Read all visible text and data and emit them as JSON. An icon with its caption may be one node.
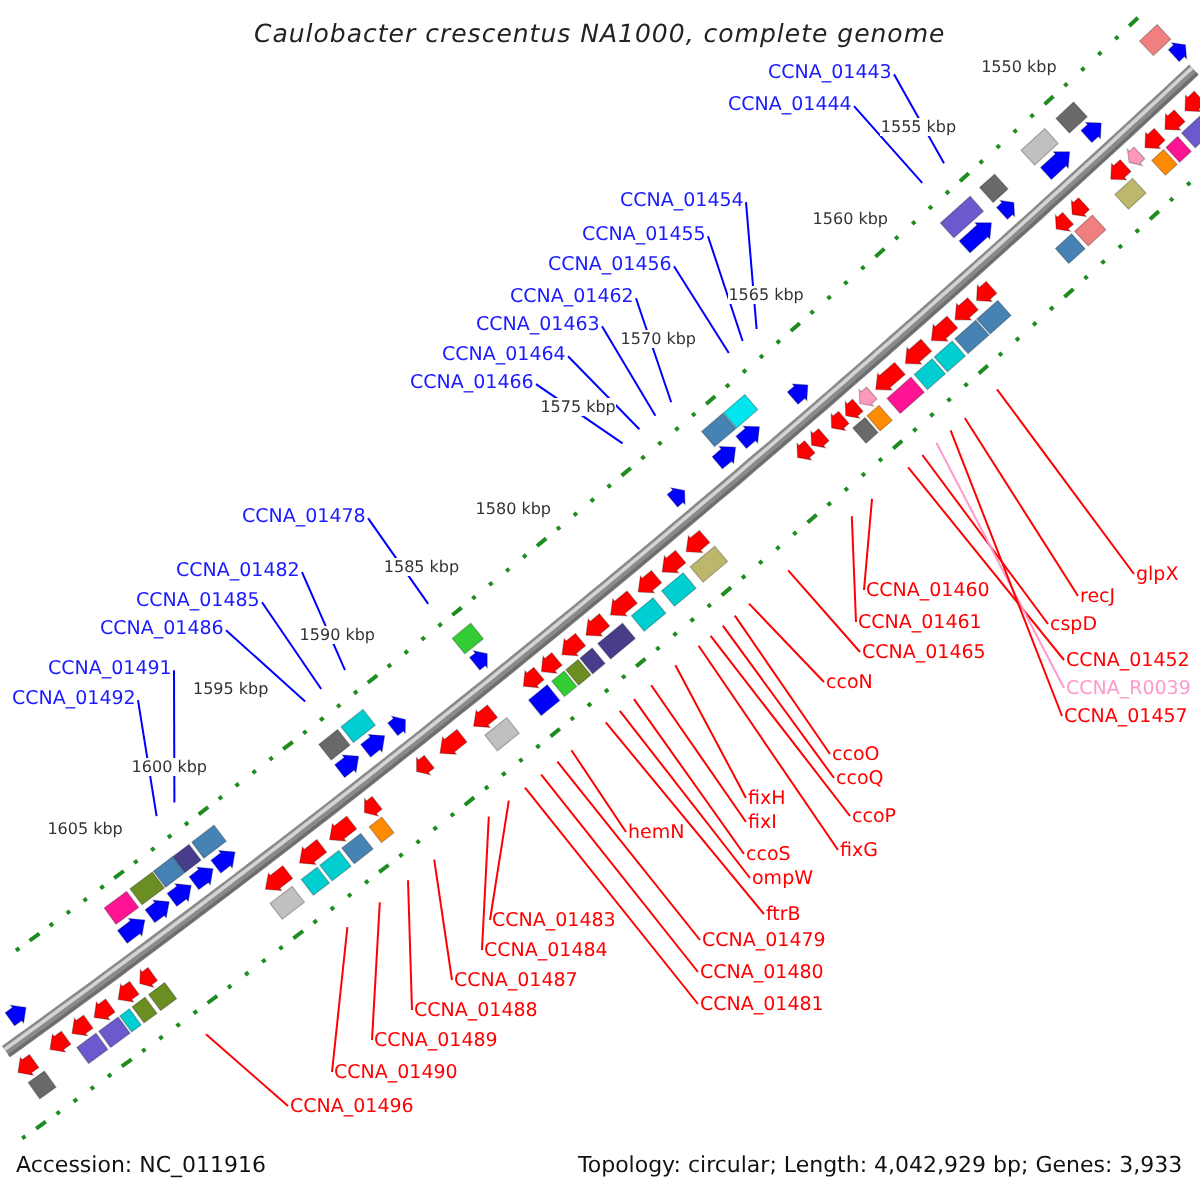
{
  "diagram": {
    "title": "Caulobacter crescentus NA1000, complete genome",
    "nodes": [
      {
        "text": [
          "CCNA_01443"
        ]
      },
      {
        "text": [
          "CCNA_01444"
        ]
      },
      {
        "text": [
          "CCNA_01454"
        ]
      },
      {
        "text": [
          "CCNA_01455"
        ]
      },
      {
        "text": [
          "CCNA_01456"
        ]
      },
      {
        "text": [
          "CCNA_01462"
        ]
      },
      {
        "text": [
          "CCNA_01463"
        ]
      },
      {
        "text": [
          "CCNA_01464"
        ]
      },
      {
        "text": [
          "CCNA_01466"
        ]
      },
      {
        "text": [
          "CCNA_01478"
        ]
      },
      {
        "text": [
          "CCNA_01482"
        ]
      },
      {
        "text": [
          "glpX"
        ]
      },
      {
        "text": [
          "CCNA_01460"
        ]
      },
      {
        "text": [
          "recJ"
        ]
      },
      {
        "text": [
          "CCNA_01485"
        ]
      },
      {
        "text": [
          "CCNA_01461"
        ]
      },
      {
        "text": [
          "cspD"
        ]
      },
      {
        "text": [
          "CCNA_01486"
        ]
      },
      {
        "text": [
          "CCNA_01465"
        ]
      },
      {
        "text": [
          "CCNA_01452"
        ]
      },
      {
        "text": [
          "CCNA_01491"
        ]
      },
      {
        "text": [
          "ccoN"
        ]
      },
      {
        "text": [
          "CCNA_R0039"
        ]
      },
      {
        "text": [
          "CCNA_01492"
        ]
      },
      {
        "text": [
          "CCNA_01457"
        ]
      },
      {
        "text": [
          "ccoO"
        ]
      },
      {
        "text": [
          "ccoQ"
        ]
      },
      {
        "text": [
          "fixH"
        ]
      },
      {
        "text": [
          "ccoP"
        ]
      },
      {
        "text": [
          "fixI"
        ]
      },
      {
        "text": [
          "hemN"
        ]
      },
      {
        "text": [
          "fixG"
        ]
      },
      {
        "text": [
          "ccoS"
        ]
      },
      {
        "text": [
          "ompW"
        ]
      },
      {
        "text": [
          "CCNA_01483"
        ]
      },
      {
        "text": [
          "ftrB"
        ]
      },
      {
        "text": [
          "CCNA_01484"
        ]
      },
      {
        "text": [
          "CCNA_01479"
        ]
      },
      {
        "text": [
          "CCNA_01487"
        ]
      },
      {
        "text": [
          "CCNA_01480"
        ]
      },
      {
        "text": [
          "CCNA_01488"
        ]
      },
      {
        "text": [
          "CCNA_01481"
        ]
      },
      {
        "text": [
          "CCNA_01489"
        ]
      },
      {
        "text": [
          "CCNA_01490"
        ]
      },
      {
        "text": [
          "CCNA_01496"
        ]
      }
    ],
    "edges": [
      {
        "from": 0,
        "to": null,
        "arrow": "none",
        "color": "#0000ff"
      },
      {
        "from": 1,
        "to": null,
        "arrow": "none",
        "color": "#0000ff"
      },
      {
        "from": 2,
        "to": null,
        "arrow": "none",
        "color": "#0000ff"
      },
      {
        "from": 3,
        "to": null,
        "arrow": "none",
        "color": "#0000ff"
      },
      {
        "from": 4,
        "to": null,
        "arrow": "none",
        "color": "#0000ff"
      },
      {
        "from": 5,
        "to": null,
        "arrow": "none",
        "color": "#0000ff"
      },
      {
        "from": 6,
        "to": null,
        "arrow": "none",
        "color": "#0000ff"
      },
      {
        "from": 7,
        "to": null,
        "arrow": "none",
        "color": "#0000ff"
      },
      {
        "from": 8,
        "to": null,
        "arrow": "none",
        "color": "#0000ff"
      },
      {
        "from": 9,
        "to": null,
        "arrow": "none",
        "color": "#0000ff"
      },
      {
        "from": 10,
        "to": null,
        "arrow": "none",
        "color": "#0000ff"
      },
      {
        "from": 11,
        "to": null,
        "arrow": "none"
      },
      {
        "from": 12,
        "to": null,
        "arrow": "none"
      },
      {
        "from": 13,
        "to": null,
        "arrow": "none"
      },
      {
        "from": 14,
        "to": null,
        "arrow": "none",
        "color": "#0000ff"
      },
      {
        "from": 15,
        "to": null,
        "arrow": "none"
      },
      {
        "from": 16,
        "to": null,
        "arrow": "none"
      },
      {
        "from": 17,
        "to": null,
        "arrow": "none",
        "color": "#0000ff"
      },
      {
        "from": 18,
        "to": null,
        "arrow": "none"
      },
      {
        "from": 19,
        "to": null,
        "arrow": "none"
      },
      {
        "from": 20,
        "to": null,
        "arrow": "none",
        "color": "#0000ff"
      },
      {
        "from": 21,
        "to": null,
        "arrow": "none"
      },
      {
        "from": 22,
        "to": null,
        "arrow": "none",
        "color": "#ff99cc"
      },
      {
        "from": 23,
        "to": null,
        "arrow": "none",
        "color": "#0000ff"
      },
      {
        "from": 24,
        "to": null,
        "arrow": "none"
      },
      {
        "from": 25,
        "to": null,
        "arrow": "none"
      },
      {
        "from": 26,
        "to": null,
        "arrow": "none"
      },
      {
        "from": 27,
        "to": null,
        "arrow": "none"
      },
      {
        "from": 28,
        "to": null,
        "arrow": "none"
      },
      {
        "from": 29,
        "to": null,
        "arrow": "none"
      },
      {
        "from": 30,
        "to": null,
        "arrow": "none"
      },
      {
        "from": 31,
        "to": null,
        "arrow": "none"
      },
      {
        "from": 32,
        "to": null,
        "arrow": "none"
      },
      {
        "from": 33,
        "to": null,
        "arrow": "none"
      },
      {
        "from": 34,
        "to": null,
        "arrow": "none"
      },
      {
        "from": 35,
        "to": null,
        "arrow": "none"
      },
      {
        "from": 36,
        "to": null,
        "arrow": "none"
      },
      {
        "from": 37,
        "to": null,
        "arrow": "none"
      },
      {
        "from": 38,
        "to": null,
        "arrow": "none"
      },
      {
        "from": 39,
        "to": null,
        "arrow": "none"
      },
      {
        "from": 40,
        "to": null,
        "arrow": "none"
      },
      {
        "from": 41,
        "to": null,
        "arrow": "none"
      },
      {
        "from": 42,
        "to": null,
        "arrow": "none"
      },
      {
        "from": 43,
        "to": null,
        "arrow": "none"
      },
      {
        "from": 44,
        "to": null,
        "arrow": "none"
      }
    ],
    "labels": [
      "1550 kbp",
      "1555 kbp",
      "1560 kbp",
      "1565 kbp",
      "1570 kbp",
      "1575 kbp",
      "1580 kbp",
      "1585 kbp",
      "1590 kbp",
      "1595 kbp",
      "1600 kbp",
      "1605 kbp",
      "Accession: NC_011916",
      "Topology: circular; Length: 4,042,929 bp; Genes: 3,933"
    ]
  }
}
